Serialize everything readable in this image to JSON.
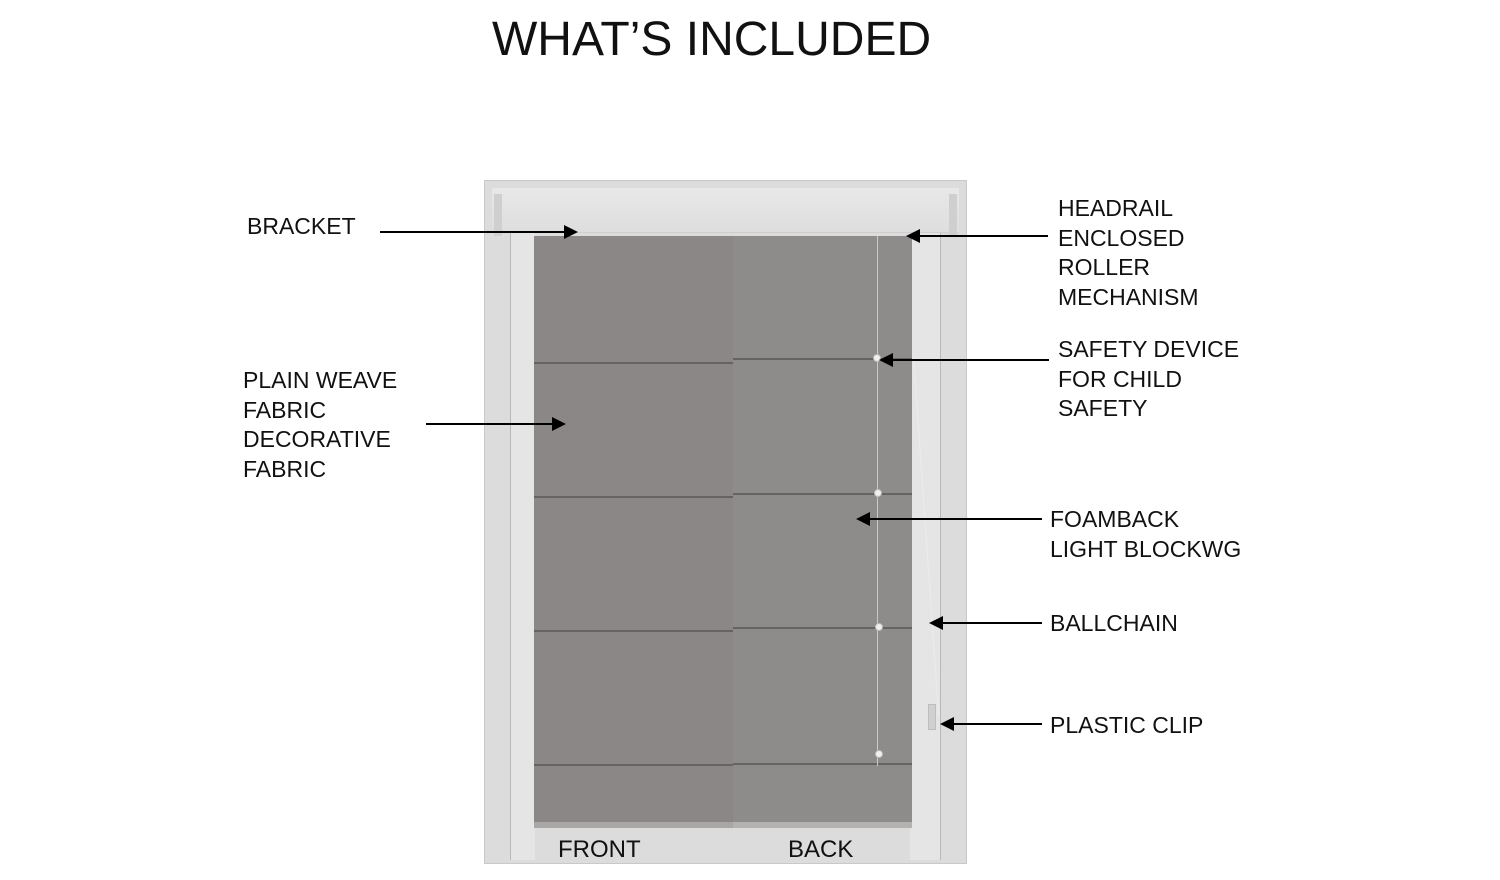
{
  "title": "WHAT’S INCLUDED",
  "colors": {
    "background": "#ffffff",
    "text": "#111111",
    "frame": "#dcdcdc",
    "fabric_front": "#8a8786",
    "fabric_back": "#8e8c8b",
    "arrow": "#000000"
  },
  "panels": {
    "front_label": "FRONT",
    "back_label": "BACK"
  },
  "callouts_left": [
    {
      "id": "bracket",
      "lines": [
        "BRACKET"
      ],
      "arrow_direction": "right"
    },
    {
      "id": "fabric",
      "lines": [
        "PLAIN WEAVE",
        "FABRIC",
        "DECORATIVE",
        "FABRIC"
      ],
      "arrow_direction": "right"
    }
  ],
  "callouts_right": [
    {
      "id": "headrail",
      "lines": [
        "HEADRAIL",
        "ENCLOSED",
        "ROLLER",
        "MECHANISM"
      ],
      "arrow_direction": "left"
    },
    {
      "id": "safety-device",
      "lines": [
        "SAFETY DEVICE",
        "FOR CHILD",
        "SAFETY"
      ],
      "arrow_direction": "left"
    },
    {
      "id": "foamback",
      "lines": [
        "FOAMBACK",
        "LIGHT BLOCKWG"
      ],
      "arrow_direction": "left"
    },
    {
      "id": "ballchain",
      "lines": [
        "BALLCHAIN"
      ],
      "arrow_direction": "left"
    },
    {
      "id": "plastic-clip",
      "lines": [
        "PLASTIC CLIP"
      ],
      "arrow_direction": "left"
    }
  ]
}
